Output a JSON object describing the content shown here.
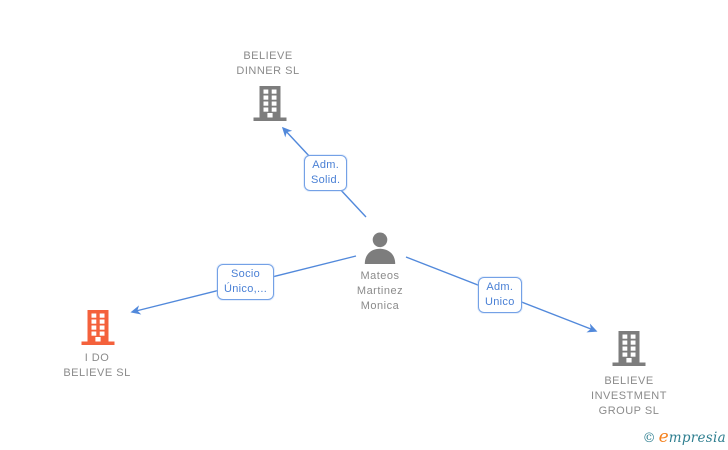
{
  "colors": {
    "edge_blue": "#5289DB",
    "label_blue": "#4A80D5",
    "label_border": "#74A1E6",
    "icon_gray": "#7D7D7D",
    "text_gray": "#8B8B8B",
    "highlight_orange": "#F4613C",
    "brand_teal": "#2F7F90",
    "brand_orange": "#F5821F"
  },
  "nodes": {
    "top_company": {
      "lines": [
        "BELIEVE",
        "DINNER SL"
      ]
    },
    "person": {
      "lines": [
        "Mateos",
        "Martinez",
        "Monica"
      ]
    },
    "left_company": {
      "lines": [
        "I DO",
        "BELIEVE SL"
      ]
    },
    "right_company": {
      "lines": [
        "BELIEVE",
        "INVESTMENT",
        "GROUP SL"
      ]
    }
  },
  "edges": {
    "person_to_top": {
      "lines": [
        "Adm.",
        "Solid."
      ]
    },
    "person_to_left": {
      "lines": [
        "Socio",
        "Único,..."
      ]
    },
    "person_to_right": {
      "lines": [
        "Adm.",
        "Unico"
      ]
    }
  },
  "watermark": {
    "copyright": "©",
    "brand_initial": "e",
    "brand_rest": "mpresia"
  }
}
